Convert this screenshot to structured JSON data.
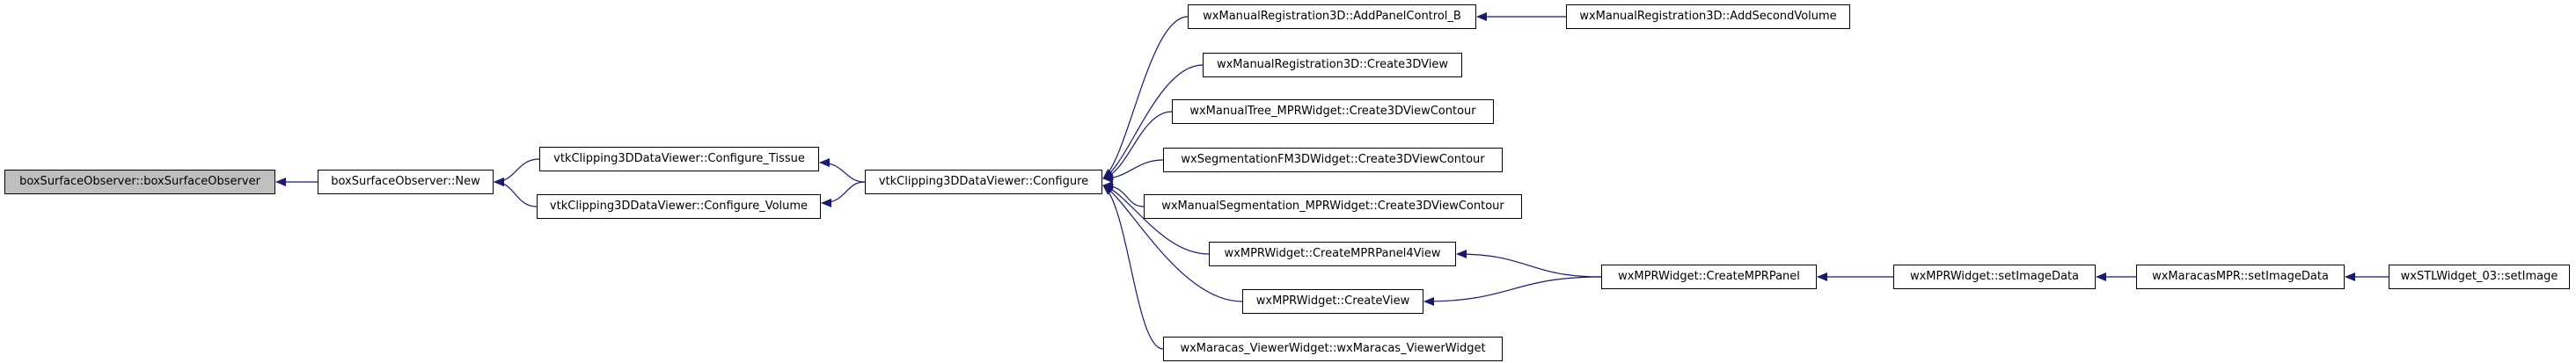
{
  "colors": {
    "edge": "#191970",
    "node_border": "#000000",
    "root_fill": "#bfbfbf",
    "node_fill": "#ffffff"
  },
  "nodes": [
    {
      "id": "n0",
      "label": "boxSurfaceObserver::boxSurfaceObserver",
      "root": true
    },
    {
      "id": "n1",
      "label": "boxSurfaceObserver::New"
    },
    {
      "id": "n2",
      "label": "vtkClipping3DDataViewer::Configure_Tissue"
    },
    {
      "id": "n3",
      "label": "vtkClipping3DDataViewer::Configure_Volume"
    },
    {
      "id": "n4",
      "label": "vtkClipping3DDataViewer::Configure"
    },
    {
      "id": "n5",
      "label": "wxManualRegistration3D::AddPanelControl_B"
    },
    {
      "id": "n6",
      "label": "wxManualRegistration3D::AddSecondVolume"
    },
    {
      "id": "n7",
      "label": "wxManualRegistration3D::Create3DView"
    },
    {
      "id": "n8",
      "label": "wxManualTree_MPRWidget::Create3DViewContour"
    },
    {
      "id": "n9",
      "label": "wxSegmentationFM3DWidget::Create3DViewContour"
    },
    {
      "id": "n10",
      "label": "wxManualSegmentation_MPRWidget::Create3DViewContour"
    },
    {
      "id": "n11",
      "label": "wxMPRWidget::CreateMPRPanel4View"
    },
    {
      "id": "n12",
      "label": "wxMPRWidget::CreateView"
    },
    {
      "id": "n13",
      "label": "wxMaracas_ViewerWidget::wxMaracas_ViewerWidget"
    },
    {
      "id": "n14",
      "label": "wxMPRWidget::CreateMPRPanel"
    },
    {
      "id": "n15",
      "label": "wxMPRWidget::setImageData"
    },
    {
      "id": "n16",
      "label": "wxMaracasMPR::setImageData"
    },
    {
      "id": "n17",
      "label": "wxSTLWidget_03::setImage"
    }
  ],
  "edges": [
    {
      "from": "n1",
      "to": "n0"
    },
    {
      "from": "n2",
      "to": "n1"
    },
    {
      "from": "n3",
      "to": "n1"
    },
    {
      "from": "n4",
      "to": "n2"
    },
    {
      "from": "n4",
      "to": "n3"
    },
    {
      "from": "n5",
      "to": "n4"
    },
    {
      "from": "n7",
      "to": "n4"
    },
    {
      "from": "n8",
      "to": "n4"
    },
    {
      "from": "n9",
      "to": "n4"
    },
    {
      "from": "n10",
      "to": "n4"
    },
    {
      "from": "n11",
      "to": "n4"
    },
    {
      "from": "n12",
      "to": "n4"
    },
    {
      "from": "n13",
      "to": "n4"
    },
    {
      "from": "n6",
      "to": "n5"
    },
    {
      "from": "n14",
      "to": "n11"
    },
    {
      "from": "n14",
      "to": "n12"
    },
    {
      "from": "n15",
      "to": "n14"
    },
    {
      "from": "n16",
      "to": "n15"
    },
    {
      "from": "n17",
      "to": "n16"
    }
  ]
}
